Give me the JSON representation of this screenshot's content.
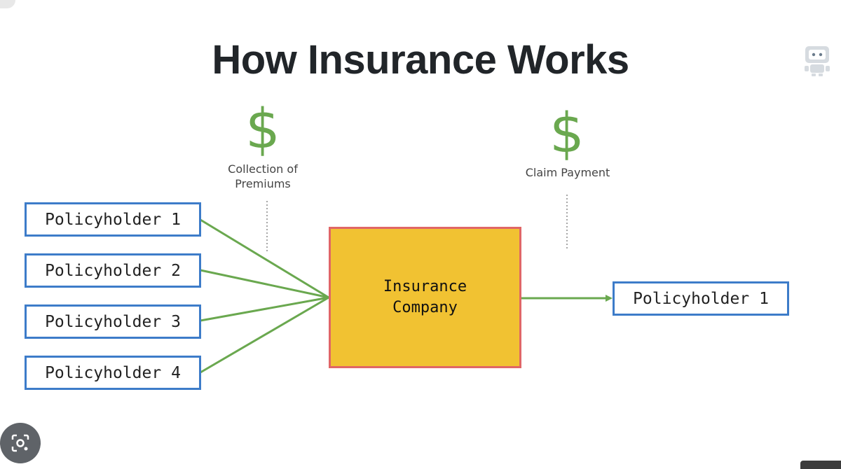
{
  "title": "How Insurance Works",
  "premiums": {
    "symbol": "$",
    "caption_line1": "Collection of",
    "caption_line2": "Premiums"
  },
  "claim": {
    "symbol": "$",
    "caption": "Claim Payment"
  },
  "policyholders_left": [
    {
      "label": "Policyholder 1"
    },
    {
      "label": "Policyholder 2"
    },
    {
      "label": "Policyholder 3"
    },
    {
      "label": "Policyholder 4"
    }
  ],
  "company": {
    "line1": "Insurance",
    "line2": "Company"
  },
  "policyholder_right": {
    "label": "Policyholder 1"
  },
  "colors": {
    "arrow": "#6aa84f",
    "dollar": "#6aa84f",
    "box_border": "#3d7cc9",
    "company_fill": "#f1c232",
    "company_border": "#e06666"
  }
}
